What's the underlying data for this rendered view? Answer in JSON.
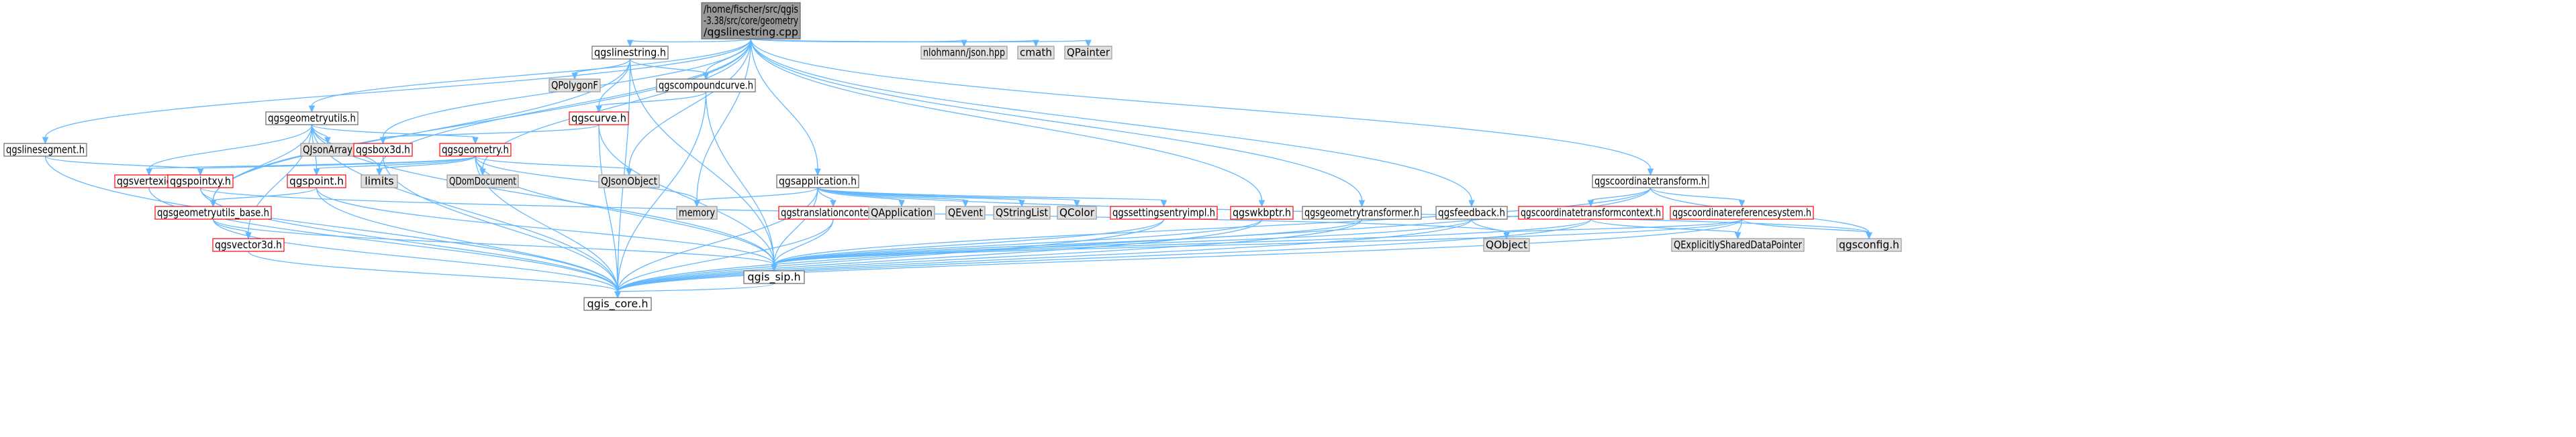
{
  "colors": {
    "edge": "#63b8ff",
    "root_fill": "#999999",
    "root_stroke": "#666666",
    "normal_fill": "#ffffff",
    "normal_stroke": "#666666",
    "truncated_stroke": "#ff0000",
    "external_fill": "#e0e0e0",
    "external_stroke": "#999999"
  },
  "nodes": [
    {
      "id": "root",
      "label": [
        "/home/fischer/src/qgis",
        "-3.38/src/core/geometry",
        "/qgslinestring.cpp"
      ],
      "style": "root"
    },
    {
      "id": "qgslinestring_h",
      "label": [
        "qgslinestring.h"
      ],
      "style": "normal"
    },
    {
      "id": "nlohmann",
      "label": [
        "nlohmann/json.hpp"
      ],
      "style": "external"
    },
    {
      "id": "cmath",
      "label": [
        "cmath"
      ],
      "style": "external"
    },
    {
      "id": "qpainter",
      "label": [
        "QPainter"
      ],
      "style": "external"
    },
    {
      "id": "qpolygonf",
      "label": [
        "QPolygonF"
      ],
      "style": "external"
    },
    {
      "id": "qgscompoundcurve_h",
      "label": [
        "qgscompoundcurve.h"
      ],
      "style": "normal"
    },
    {
      "id": "qgscurve_h",
      "label": [
        "qgscurve.h"
      ],
      "style": "truncated"
    },
    {
      "id": "qgsgeometryutils_h",
      "label": [
        "qgsgeometryutils.h"
      ],
      "style": "normal"
    },
    {
      "id": "qjsonarray",
      "label": [
        "QJsonArray"
      ],
      "style": "external"
    },
    {
      "id": "qgsbox3d_h",
      "label": [
        "qgsbox3d.h"
      ],
      "style": "truncated"
    },
    {
      "id": "qgsgeometry_h",
      "label": [
        "qgsgeometry.h"
      ],
      "style": "truncated"
    },
    {
      "id": "qgslinesegment_h",
      "label": [
        "qgslinesegment.h"
      ],
      "style": "normal"
    },
    {
      "id": "qgsvertexid_h",
      "label": [
        "qgsvertexid.h"
      ],
      "style": "truncated"
    },
    {
      "id": "qgspointxy_h",
      "label": [
        "qgspointxy.h"
      ],
      "style": "truncated"
    },
    {
      "id": "qgspoint_h",
      "label": [
        "qgspoint.h"
      ],
      "style": "truncated"
    },
    {
      "id": "limits",
      "label": [
        "limits"
      ],
      "style": "external"
    },
    {
      "id": "qdomdocument",
      "label": [
        "QDomDocument"
      ],
      "style": "external"
    },
    {
      "id": "qjsonobject",
      "label": [
        "QJsonObject"
      ],
      "style": "external"
    },
    {
      "id": "qgsgeometryutils_base_h",
      "label": [
        "qgsgeometryutils_base.h"
      ],
      "style": "truncated"
    },
    {
      "id": "qgsvector3d_h",
      "label": [
        "qgsvector3d.h"
      ],
      "style": "truncated"
    },
    {
      "id": "qgsapplication_h",
      "label": [
        "qgsapplication.h"
      ],
      "style": "normal"
    },
    {
      "id": "memory",
      "label": [
        "memory"
      ],
      "style": "external"
    },
    {
      "id": "qgstranslationcontext_h",
      "label": [
        "qgstranslationcontext.h"
      ],
      "style": "truncated"
    },
    {
      "id": "qapplication",
      "label": [
        "QApplication"
      ],
      "style": "external"
    },
    {
      "id": "qevent",
      "label": [
        "QEvent"
      ],
      "style": "external"
    },
    {
      "id": "qstringlist",
      "label": [
        "QStringList"
      ],
      "style": "external"
    },
    {
      "id": "qcolor",
      "label": [
        "QColor"
      ],
      "style": "external"
    },
    {
      "id": "qgssettingsentryimpl_h",
      "label": [
        "qgssettingsentryimpl.h"
      ],
      "style": "truncated"
    },
    {
      "id": "qgswkbptr_h",
      "label": [
        "qgswkbptr.h"
      ],
      "style": "truncated"
    },
    {
      "id": "qgsgeometrytransformer_h",
      "label": [
        "qgsgeometrytransformer.h"
      ],
      "style": "normal"
    },
    {
      "id": "qgsfeedback_h",
      "label": [
        "qgsfeedback.h"
      ],
      "style": "normal"
    },
    {
      "id": "qgscoordinatetransform_h",
      "label": [
        "qgscoordinatetransform.h"
      ],
      "style": "normal"
    },
    {
      "id": "qgscoordinatetransformcontext_h",
      "label": [
        "qgscoordinatetransformcontext.h"
      ],
      "style": "truncated"
    },
    {
      "id": "qgscoordinatereferencesystem_h",
      "label": [
        "qgscoordinatereferencesystem.h"
      ],
      "style": "truncated"
    },
    {
      "id": "qgsconfig_h",
      "label": [
        "qgsconfig.h"
      ],
      "style": "external"
    },
    {
      "id": "qobject",
      "label": [
        "QObject"
      ],
      "style": "external"
    },
    {
      "id": "qexplicitlyshareddatapointer",
      "label": [
        "QExplicitlySharedDataPointer"
      ],
      "style": "external"
    },
    {
      "id": "qgis_sip_h",
      "label": [
        "qgis_sip.h"
      ],
      "style": "normal"
    },
    {
      "id": "qgis_core_h",
      "label": [
        "qgis_core.h"
      ],
      "style": "normal"
    }
  ],
  "edges": [
    [
      "root",
      "qgslinestring_h"
    ],
    [
      "root",
      "nlohmann"
    ],
    [
      "root",
      "cmath"
    ],
    [
      "root",
      "qpainter"
    ],
    [
      "root",
      "qgscompoundcurve_h"
    ],
    [
      "root",
      "qgsgeometryutils_h"
    ],
    [
      "root",
      "qgsbox3d_h"
    ],
    [
      "root",
      "qgslinesegment_h"
    ],
    [
      "root",
      "limits"
    ],
    [
      "root",
      "qdomdocument"
    ],
    [
      "root",
      "qjsonobject"
    ],
    [
      "root",
      "qgsgeometryutils_base_h"
    ],
    [
      "root",
      "qgsapplication_h"
    ],
    [
      "root",
      "memory"
    ],
    [
      "root",
      "qgswkbptr_h"
    ],
    [
      "root",
      "qgsgeometrytransformer_h"
    ],
    [
      "root",
      "qgsfeedback_h"
    ],
    [
      "root",
      "qgscoordinatetransform_h"
    ],
    [
      "qgslinestring_h",
      "qpolygonf"
    ],
    [
      "qgslinestring_h",
      "qgscompoundcurve_h"
    ],
    [
      "qgslinestring_h",
      "qgscurve_h"
    ],
    [
      "qgslinestring_h",
      "qgsgeometryutils_base_h"
    ],
    [
      "qgslinestring_h",
      "qgis_core_h"
    ],
    [
      "qgslinestring_h",
      "qgis_sip_h"
    ],
    [
      "qgscompoundcurve_h",
      "qgscurve_h"
    ],
    [
      "qgscompoundcurve_h",
      "qgis_core_h"
    ],
    [
      "qgscompoundcurve_h",
      "qgis_sip_h"
    ],
    [
      "qgscurve_h",
      "qgsbox3d_h"
    ],
    [
      "qgscurve_h",
      "qgis_core_h"
    ],
    [
      "qgscurve_h",
      "qgis_sip_h"
    ],
    [
      "qgsgeometryutils_h",
      "qjsonarray"
    ],
    [
      "qgsgeometryutils_h",
      "qgsgeometry_h"
    ],
    [
      "qgsgeometryutils_h",
      "qgsvertexid_h"
    ],
    [
      "qgsgeometryutils_h",
      "qgspoint_h"
    ],
    [
      "qgsgeometryutils_h",
      "limits"
    ],
    [
      "qgsgeometryutils_h",
      "qgsgeometryutils_base_h"
    ],
    [
      "qgsgeometryutils_h",
      "qgsvector3d_h"
    ],
    [
      "qgsgeometryutils_h",
      "qgis_core_h"
    ],
    [
      "qgsgeometryutils_h",
      "qgis_sip_h"
    ],
    [
      "qgsbox3d_h",
      "qgis_core_h"
    ],
    [
      "qgsgeometry_h",
      "qgspointxy_h"
    ],
    [
      "qgsgeometry_h",
      "qgspoint_h"
    ],
    [
      "qgsgeometry_h",
      "limits"
    ],
    [
      "qgsgeometry_h",
      "qdomdocument"
    ],
    [
      "qgsgeometry_h",
      "qjsonobject"
    ],
    [
      "qgsgeometry_h",
      "qgis_core_h"
    ],
    [
      "qgsgeometry_h",
      "qgis_sip_h"
    ],
    [
      "qgsgeometry_h",
      "qgsvertexid_h"
    ],
    [
      "qgsgeometry_h",
      "memory"
    ],
    [
      "qgslinesegment_h",
      "qgspointxy_h"
    ],
    [
      "qgslinesegment_h",
      "qgis_core_h"
    ],
    [
      "qgsvertexid_h",
      "qgis_core_h"
    ],
    [
      "qgspointxy_h",
      "qgsgeometryutils_base_h"
    ],
    [
      "qgspointxy_h",
      "qgis_core_h"
    ],
    [
      "qgspointxy_h",
      "qobject"
    ],
    [
      "qgspoint_h",
      "qgsgeometryutils_base_h"
    ],
    [
      "qgspoint_h",
      "qgis_core_h"
    ],
    [
      "qgspoint_h",
      "qgis_sip_h"
    ],
    [
      "qgsgeometryutils_base_h",
      "qgsvector3d_h"
    ],
    [
      "qgsgeometryutils_base_h",
      "qgis_core_h"
    ],
    [
      "qgsgeometryutils_base_h",
      "qgis_sip_h"
    ],
    [
      "qgsvector3d_h",
      "qgis_core_h"
    ],
    [
      "qgsapplication_h",
      "memory"
    ],
    [
      "qgsapplication_h",
      "qgstranslationcontext_h"
    ],
    [
      "qgsapplication_h",
      "qapplication"
    ],
    [
      "qgsapplication_h",
      "qevent"
    ],
    [
      "qgsapplication_h",
      "qstringlist"
    ],
    [
      "qgsapplication_h",
      "qcolor"
    ],
    [
      "qgsapplication_h",
      "qgssettingsentryimpl_h"
    ],
    [
      "qgsapplication_h",
      "qgsconfig_h"
    ],
    [
      "qgsapplication_h",
      "qgis_core_h"
    ],
    [
      "qgsapplication_h",
      "qgis_sip_h"
    ],
    [
      "qgstranslationcontext_h",
      "qgis_core_h"
    ],
    [
      "qgstranslationcontext_h",
      "qgis_sip_h"
    ],
    [
      "qgssettingsentryimpl_h",
      "qgis_sip_h"
    ],
    [
      "qgssettingsentryimpl_h",
      "qgis_core_h"
    ],
    [
      "qgswkbptr_h",
      "qgis_core_h"
    ],
    [
      "qgswkbptr_h",
      "qgis_sip_h"
    ],
    [
      "qgsgeometrytransformer_h",
      "qgis_core_h"
    ],
    [
      "qgsgeometrytransformer_h",
      "qgis_sip_h"
    ],
    [
      "qgsfeedback_h",
      "qobject"
    ],
    [
      "qgsfeedback_h",
      "qgis_core_h"
    ],
    [
      "qgsfeedback_h",
      "qgis_sip_h"
    ],
    [
      "qgscoordinatetransform_h",
      "qgscoordinatetransformcontext_h"
    ],
    [
      "qgscoordinatetransform_h",
      "qgscoordinatereferencesystem_h"
    ],
    [
      "qgscoordinatetransform_h",
      "qgsconfig_h"
    ],
    [
      "qgscoordinatetransform_h",
      "qgis_core_h"
    ],
    [
      "qgscoordinatetransform_h",
      "qgis_sip_h"
    ],
    [
      "qgscoordinatetransformcontext_h",
      "qgis_core_h"
    ],
    [
      "qgscoordinatetransformcontext_h",
      "qgis_sip_h"
    ],
    [
      "qgscoordinatetransformcontext_h",
      "qexplicitlyshareddatapointer"
    ],
    [
      "qgscoordinatereferencesystem_h",
      "qobject"
    ],
    [
      "qgscoordinatereferencesystem_h",
      "qexplicitlyshareddatapointer"
    ],
    [
      "qgscoordinatereferencesystem_h",
      "qgsconfig_h"
    ],
    [
      "qgscoordinatereferencesystem_h",
      "qgis_core_h"
    ],
    [
      "qgscoordinatereferencesystem_h",
      "qgis_sip_h"
    ],
    [
      "qgis_sip_h",
      "qgis_core_h"
    ]
  ]
}
